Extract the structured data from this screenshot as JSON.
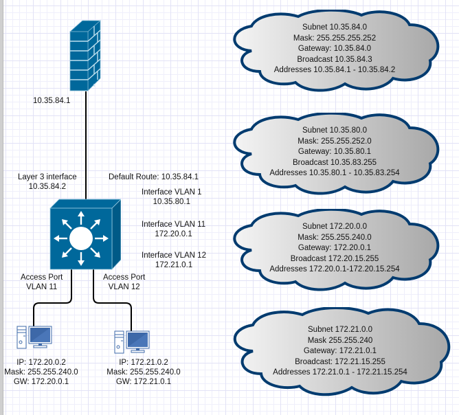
{
  "diagram": {
    "title": "Network topology with subnets",
    "colors": {
      "device_blue": "#00689b",
      "device_dark": "#004f78",
      "cloud_border": "#003b6f",
      "wire": "#000000",
      "pc_blue": "#3d68a8"
    },
    "firewall": {
      "icon": "firewall-icon",
      "ip_label": "10.35.84.1"
    },
    "switch": {
      "icon": "layer3-switch-icon",
      "uplink_label": [
        "Layer 3 interface",
        "10.35.84.2"
      ],
      "default_route": "Default Route: 10.35.84.1",
      "interfaces": [
        {
          "name": "Interface VLAN 1",
          "ip": "10.35.80.1"
        },
        {
          "name": "Interface VLAN 11",
          "ip": "172.20.0.1"
        },
        {
          "name": "Interface VLAN 12",
          "ip": "172.21.0.1"
        }
      ],
      "access_ports": [
        {
          "line1": "Access Port",
          "line2": "VLAN 11"
        },
        {
          "line1": "Access Port",
          "line2": "VLAN 12"
        }
      ]
    },
    "hosts": [
      {
        "icon": "pc-icon",
        "ip": "IP: 172.20.0.2",
        "mask": "Mask: 255.255.240.0",
        "gw": "GW: 172.20.0.1"
      },
      {
        "icon": "pc-icon",
        "ip": "IP: 172.21.0.2",
        "mask": "Mask: 255.255.240.0",
        "gw": "GW: 172.21.0.1"
      }
    ],
    "clouds": [
      {
        "icon": "cloud-icon",
        "lines": [
          "Subnet 10.35.84.0",
          "Mask: 255.255.255.252",
          "Gateway: 10.35.84.0",
          "Broadcast 10.35.84.3",
          "Addresses 10.35.84.1 - 10.35.84.2"
        ]
      },
      {
        "icon": "cloud-icon",
        "lines": [
          "Subnet 10.35.80.0",
          "Mask: 255.255.252.0",
          "Gateway: 10.35.80.1",
          "Broadcast 10.35.83.255",
          "Addresses 10.35.80.1 - 10.35.83.254"
        ]
      },
      {
        "icon": "cloud-icon",
        "lines": [
          "Subnet 172.20.0.0",
          "Mask: 255.255.240.0",
          "Gateway: 172.20.0.1",
          "Broadcast 172.20.15.255",
          "Addresses 172.20.0.1-172.20.15.254"
        ]
      },
      {
        "icon": "cloud-icon",
        "lines": [
          "Subnet 172.21.0.0",
          "Mask 255.255.240",
          "Gateway: 172.21.0.1",
          "Broadcast: 172.21.15.255",
          "Addresses 172.21.0.1 - 172.21.15.254"
        ]
      }
    ]
  }
}
